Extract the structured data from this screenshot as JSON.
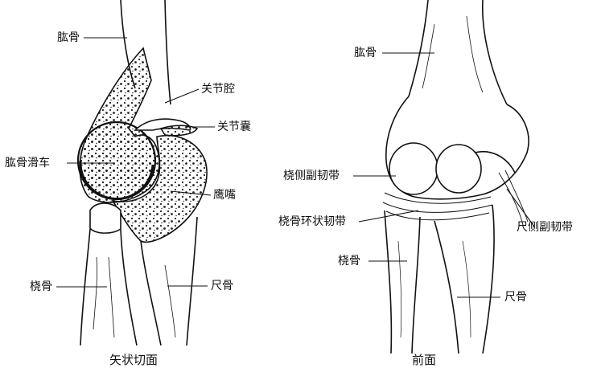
{
  "sagittal": {
    "caption": "矢状切面",
    "labels": {
      "humerus": "肱骨",
      "joint_cavity": "关节腔",
      "joint_capsule": "关节囊",
      "trochlea": "肱骨滑车",
      "olecranon": "鹰嘴",
      "radius": "桡骨",
      "ulna": "尺骨"
    }
  },
  "anterior": {
    "caption": "前面",
    "labels": {
      "humerus": "肱骨",
      "radial_collateral_ligament": "桡侧副韧带",
      "annular_ligament": "桡骨环状韧带",
      "ulnar_collateral_ligament": "尺侧副韧带",
      "radius": "桡骨",
      "ulna": "尺骨"
    }
  }
}
